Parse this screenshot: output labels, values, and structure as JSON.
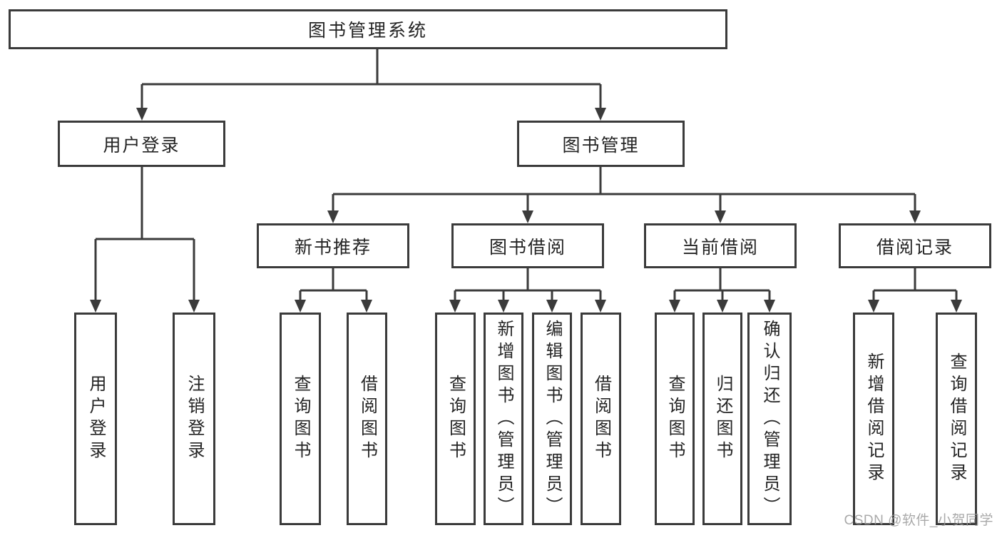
{
  "diagram": {
    "root": {
      "label": "图书管理系统"
    },
    "level2": [
      {
        "id": "user-login",
        "label": "用户登录"
      },
      {
        "id": "book-management",
        "label": "图书管理"
      }
    ],
    "level3": [
      {
        "id": "new-book-recommend",
        "parent": "图书管理",
        "label": "新书推荐"
      },
      {
        "id": "book-borrow",
        "parent": "图书管理",
        "label": "图书借阅"
      },
      {
        "id": "current-borrow",
        "parent": "图书管理",
        "label": "当前借阅"
      },
      {
        "id": "borrow-records",
        "parent": "图书管理",
        "label": "借阅记录"
      }
    ],
    "leaves": [
      {
        "parent": "用户登录",
        "label": "用户登录"
      },
      {
        "parent": "用户登录",
        "label": "注销登录"
      },
      {
        "parent": "新书推荐",
        "label": "查询图书"
      },
      {
        "parent": "新书推荐",
        "label": "借阅图书"
      },
      {
        "parent": "图书借阅",
        "label": "查询图书"
      },
      {
        "parent": "图书借阅",
        "label": "新增图书（管理员）"
      },
      {
        "parent": "图书借阅",
        "label": "编辑图书（管理员）"
      },
      {
        "parent": "图书借阅",
        "label": "借阅图书"
      },
      {
        "parent": "当前借阅",
        "label": "查询图书"
      },
      {
        "parent": "当前借阅",
        "label": "归还图书"
      },
      {
        "parent": "当前借阅",
        "label": "确认归还（管理员）"
      },
      {
        "parent": "借阅记录",
        "label": "新增借阅记录"
      },
      {
        "parent": "借阅记录",
        "label": "查询借阅记录"
      }
    ],
    "watermark": {
      "text": "CSDN @软件_小贺同学",
      "color": "#9b9b9b"
    },
    "colors": {
      "line": "#3b3b3b",
      "text": "#242424",
      "background": "#ffffff"
    }
  }
}
